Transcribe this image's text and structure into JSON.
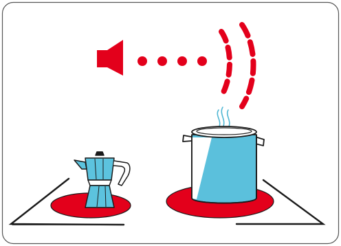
{
  "illustration": {
    "icons": [
      "speaker-icon",
      "sound-dots",
      "sound-waves",
      "steam",
      "moka-pot",
      "cooking-pot",
      "hotplate-left",
      "hotplate-right",
      "cooktop"
    ]
  },
  "colors": {
    "frame": "#555555",
    "accent_red": "#e3001b",
    "hotplate_red": "#e3001b",
    "outline": "#1a1a1a",
    "steam_blue": "#4fb6d3",
    "pot_blue": "#5bc0dc",
    "moka_blue": "#5cc3de",
    "background": "#ffffff"
  }
}
